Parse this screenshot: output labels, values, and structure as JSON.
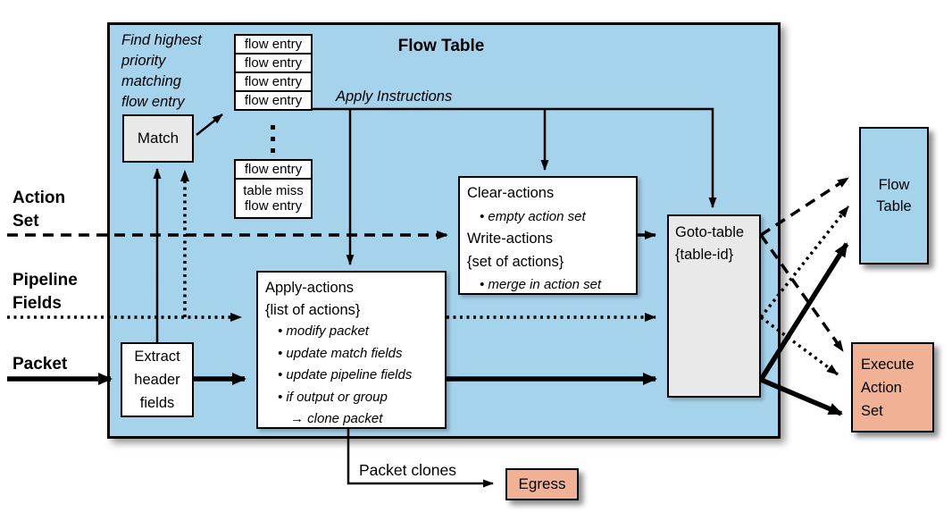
{
  "container": {
    "title": "Flow Table"
  },
  "annotations": {
    "find_highest": [
      "Find highest",
      "priority",
      "matching",
      "flow entry"
    ],
    "apply_instructions": "Apply Instructions",
    "packet_clones": "Packet clones"
  },
  "side_labels": {
    "action_set": [
      "Action",
      "Set"
    ],
    "pipeline_fields": [
      "Pipeline",
      "Fields"
    ],
    "packet": "Packet"
  },
  "boxes": {
    "match": {
      "label": "Match"
    },
    "flow_entries": [
      "flow entry",
      "flow entry",
      "flow entry",
      "flow entry"
    ],
    "flow_entry_single": "flow entry",
    "table_miss": [
      "table miss",
      "flow entry"
    ],
    "clear_write": {
      "title1": "Clear-actions",
      "bullet1": "• empty action set",
      "title2": "Write-actions",
      "subtitle2": "{set of actions}",
      "bullet2": "• merge in action set"
    },
    "apply_actions": {
      "title": "Apply-actions",
      "subtitle": "{list of actions}",
      "bullets": [
        "• modify packet",
        "• update match fields",
        "• update pipeline fields",
        "• if output or group"
      ],
      "sub_bullet": "→ clone packet"
    },
    "goto_table": {
      "line1": "Goto-table",
      "line2": "{table-id}"
    },
    "extract": [
      "Extract",
      "header",
      "fields"
    ],
    "flow_table_next": [
      "Flow",
      "Table"
    ],
    "execute_action_set": [
      "Execute",
      "Action",
      "Set"
    ],
    "egress": {
      "label": "Egress"
    }
  },
  "colors": {
    "table_fill": "#a6d3ec",
    "egress_fill": "#f1b194",
    "instruction_fill": "#e9e9e9",
    "entry_fill": "#ffffff",
    "line": "#000000"
  }
}
